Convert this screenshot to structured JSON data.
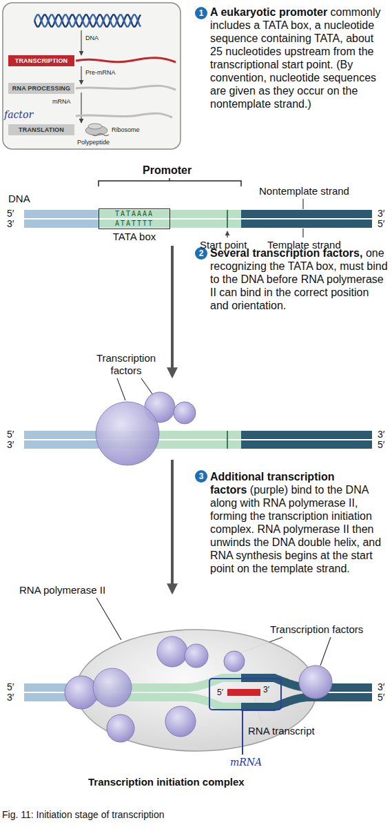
{
  "diagram": {
    "caption": "Fig. 11: Initiation stage of transcription",
    "nodes": [
      {
        "text": [
          "TRANSCRIPTION"
        ]
      },
      {
        "text": [
          "RNA PROCESSING"
        ]
      },
      {
        "text": [
          "TRANSLATION"
        ]
      },
      {
        "text": [
          "1"
        ]
      },
      {
        "text": [
          "TATAAAA",
          "ATATTTT",
          "TATA box"
        ]
      },
      {
        "text": [
          "2"
        ]
      },
      {
        "text": [
          "3"
        ]
      }
    ],
    "labels": [
      "DNA",
      "Pre-mRNA",
      "mRNA",
      "factor",
      "Ribosome",
      "Polypeptide",
      "A eukaryotic promoter",
      "commonly includes a TATA box, a nucleotide sequence containing TATA, about 25 nucleotides upstream from the transcriptional start point. (By convention, nucleotide sequences are given as they occur on the nontemplate strand.)",
      "Promoter",
      "Nontemplate strand",
      "DNA",
      "5′",
      "3′",
      "3′",
      "5′",
      "Start point",
      "Template strand",
      "Several transcription factors,",
      "one recognizing the TATA box, must bind to the DNA before RNA polymerase II can bind in the correct position and orientation.",
      "Transcription factors",
      "5′",
      "3′",
      "3′",
      "5′",
      "Additional transcription factors",
      "(purple) bind to the DNA along with RNA polymerase II, forming the transcription initiation complex. RNA polymerase II then unwinds the DNA double helix, and RNA synthesis begins at the start point on the template strand.",
      "RNA polymerase II",
      "Transcription factors",
      "5′",
      "3′",
      "3′",
      "5′",
      "5′",
      "3′",
      "RNA transcript",
      "mRNA",
      "Transcription initiation complex"
    ]
  }
}
